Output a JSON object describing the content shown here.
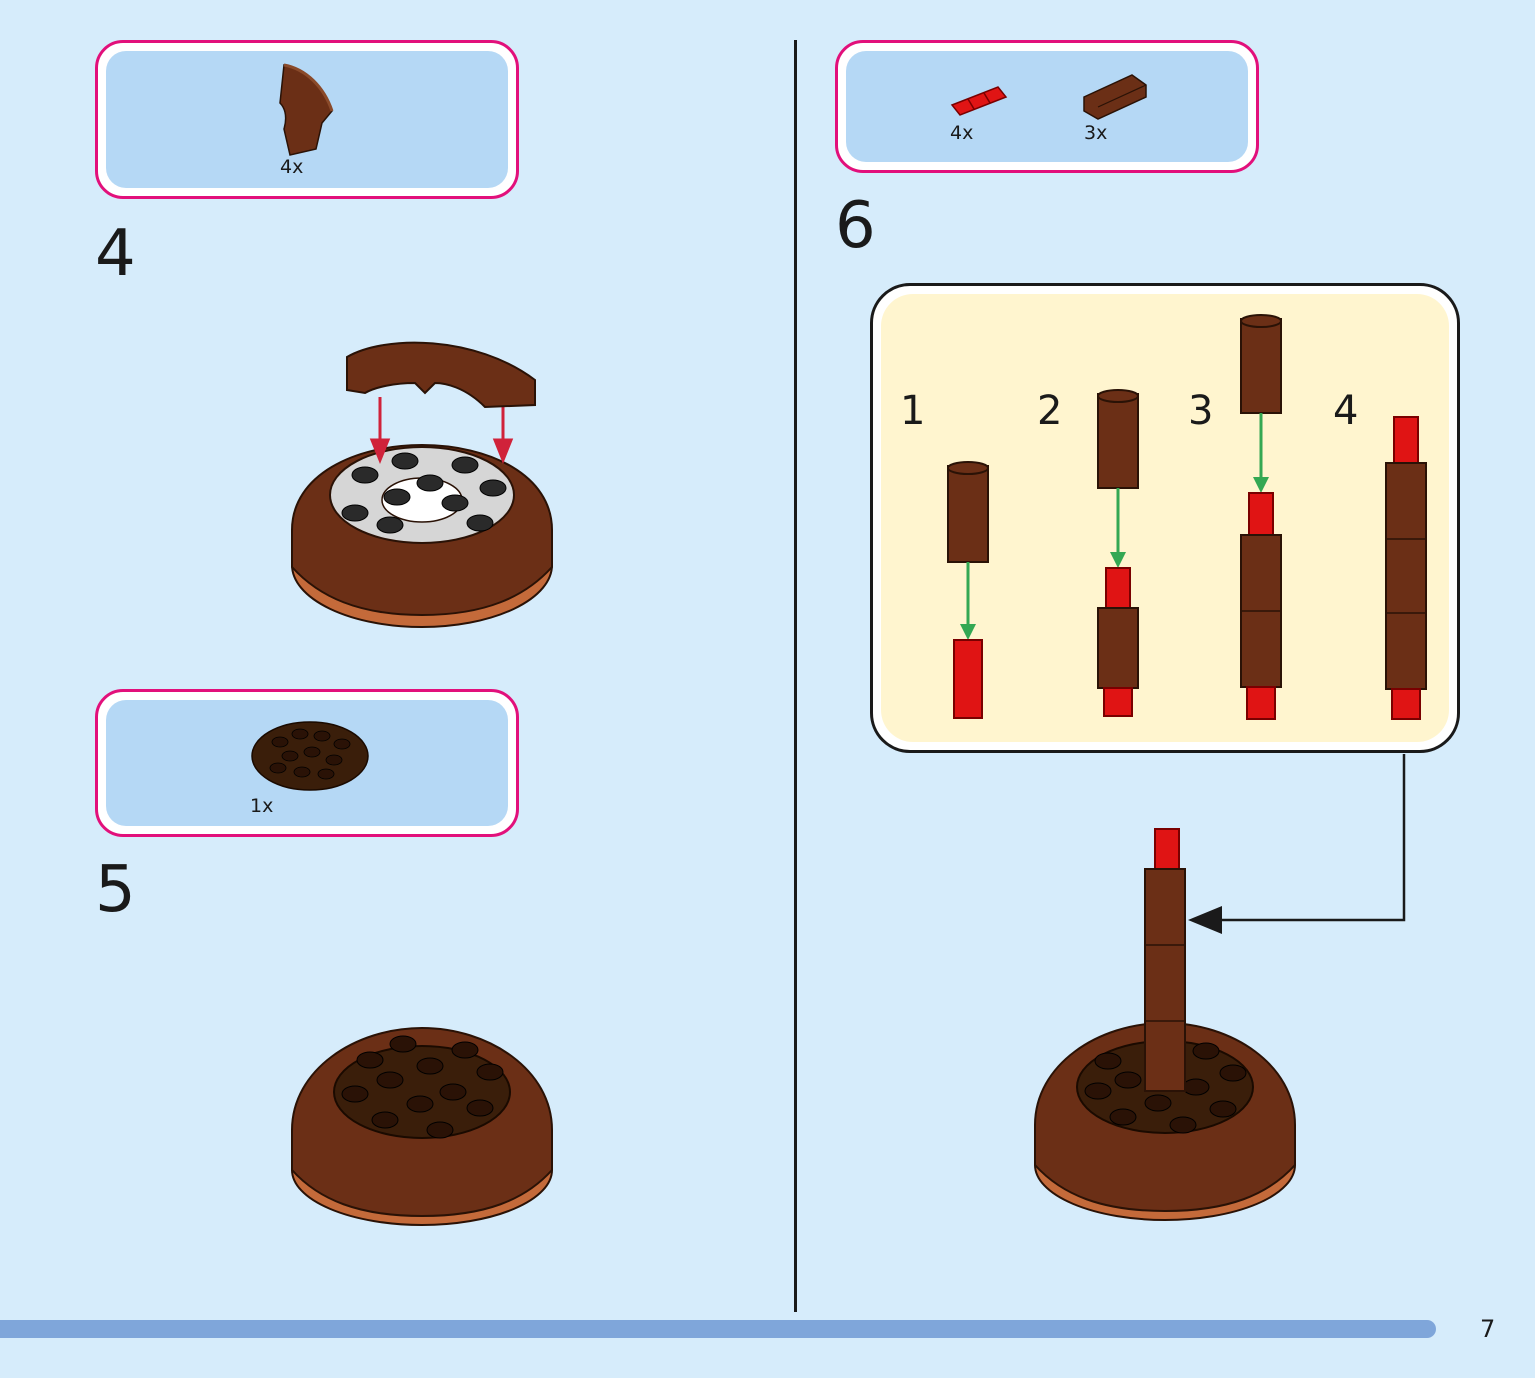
{
  "page": {
    "number": "7"
  },
  "colors": {
    "background": "#d6ecfb",
    "parts_border": "#e2107b",
    "parts_fill": "#b5d8f5",
    "callout_fill": "#fff5cf",
    "progress_bar": "#7fa6da",
    "brown": "#6b2f16",
    "red": "#e01414",
    "green_arrow": "#34a853",
    "red_arrow": "#d0223a"
  },
  "step4": {
    "number": "4",
    "parts": [
      {
        "icon": "curved-brown-brick-icon",
        "qty": "4x"
      }
    ]
  },
  "step5": {
    "number": "5",
    "parts": [
      {
        "icon": "round-dark-brown-plate-icon",
        "qty": "1x"
      }
    ]
  },
  "step6": {
    "number": "6",
    "parts": [
      {
        "icon": "red-axle-connector-icon",
        "qty": "4x"
      },
      {
        "icon": "brown-round-brick-icon",
        "qty": "3x"
      }
    ],
    "substeps": [
      "1",
      "2",
      "3",
      "4"
    ]
  }
}
